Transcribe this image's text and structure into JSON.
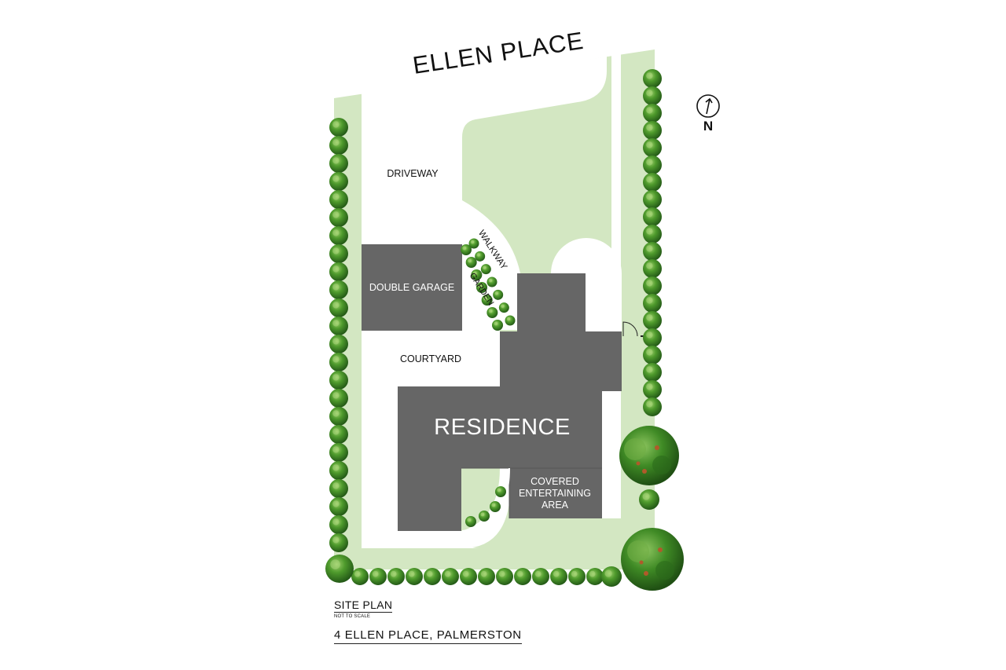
{
  "street": {
    "name": "ELLEN PLACE"
  },
  "compass": {
    "label": "N"
  },
  "areas": {
    "driveway": "DRIVEWAY",
    "walkway": "WALKWAY",
    "garden": "GARDEN",
    "garage": "DOUBLE GARAGE",
    "courtyard": "COURTYARD",
    "residence": "RESIDENCE",
    "entertaining": [
      "COVERED",
      "ENTERTAINING",
      "AREA"
    ]
  },
  "caption": {
    "title": "SITE PLAN",
    "subtitle": "NOT TO SCALE",
    "address": "4 ELLEN PLACE, PALMERSTON"
  },
  "colors": {
    "lawn": "#d3e7c2",
    "building": "#666666",
    "hedge_dark": "#2f6b1f",
    "hedge_mid": "#4e9a2c",
    "hedge_light": "#8cc45e",
    "paving": "#ffffff"
  }
}
